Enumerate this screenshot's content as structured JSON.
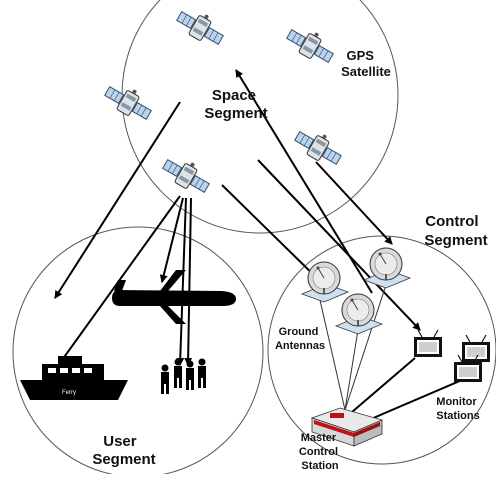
{
  "space": {
    "segment_label": [
      "Space",
      "Segment"
    ],
    "gps_label": [
      "GPS",
      "Satellite"
    ]
  },
  "user": {
    "segment_label": [
      "User",
      "Segment"
    ],
    "ferry_label": "Ferry"
  },
  "control": {
    "segment_label": [
      "Control",
      "Segment"
    ],
    "ground_antennas_label": [
      "Ground",
      "Antennas"
    ],
    "monitor_stations_label": [
      "Monitor",
      "Stations"
    ],
    "master_control_label": [
      "Master",
      "Control",
      "Station"
    ]
  },
  "icons": [
    "satellite-icon",
    "airplane-icon",
    "ferry-icon",
    "people-icon",
    "ground-antenna-icon",
    "monitor-station-icon",
    "master-control-station-icon"
  ]
}
